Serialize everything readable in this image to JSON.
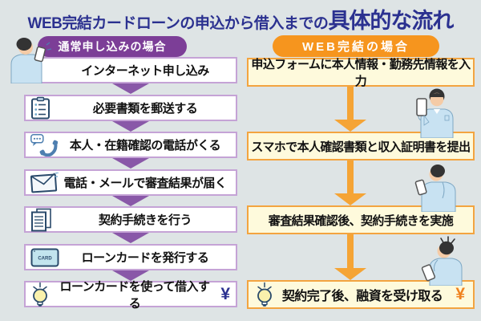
{
  "title": {
    "main": "WEB完結カードローンの申込から借入までの",
    "emphasis": "具体的な流れ"
  },
  "colors": {
    "background": "#dee4e5",
    "title_navy": "#2b3190",
    "left_accent_purple": "#7c3e97",
    "left_box_border": "#c5a3d6",
    "left_arrow": "#8958a8",
    "right_accent_orange": "#f6951e",
    "right_box_bg": "#fefadc",
    "right_box_border": "#f3a440",
    "yen_left": "#2b3190",
    "yen_right": "#f0821e"
  },
  "left_flow": {
    "header": "通常申し込みの場合",
    "card_icon_label": "CARD",
    "steps": [
      {
        "label": "インターネット申し込み",
        "icon": "person-smartphone"
      },
      {
        "label": "必要書類を郵送する",
        "icon": "clipboard"
      },
      {
        "label": "本人・在籍確認の電話がくる",
        "icon": "phone-speech-bubble"
      },
      {
        "label": "電話・メールで審査結果が届く",
        "icon": "envelope"
      },
      {
        "label": "契約手続きを行う",
        "icon": "documents"
      },
      {
        "label": "ローンカードを発行する",
        "icon": "loan-card"
      },
      {
        "label": "ローンカードを使って借入する",
        "icon": "lightbulb",
        "suffix": "¥"
      }
    ]
  },
  "right_flow": {
    "header": "WEB完結の場合",
    "steps": [
      {
        "label": "申込フォームに本人情報・勤務先情報を入力"
      },
      {
        "label": "スマホで本人確認書類と収入証明書を提出"
      },
      {
        "label": "審査結果確認後、契約手続きを実施"
      },
      {
        "label": "契約完了後、融資を受け取る",
        "icon": "lightbulb",
        "suffix": "¥"
      }
    ]
  }
}
